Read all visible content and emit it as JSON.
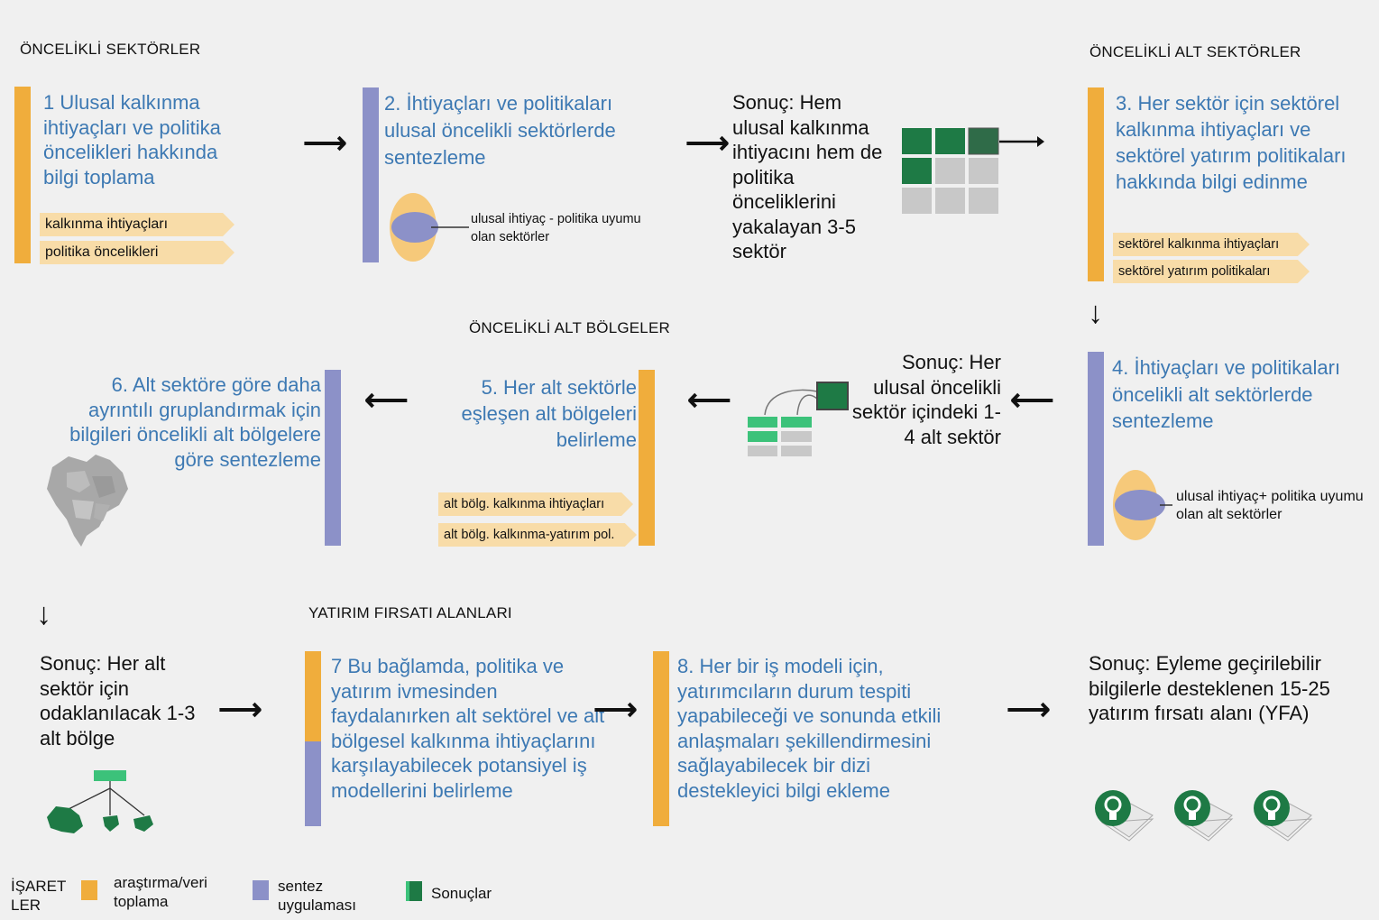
{
  "sections": {
    "priority_sectors": "ÖNCELİKLİ SEKTÖRLER",
    "priority_subsectors": "ÖNCELİKLİ ALT SEKTÖRLER",
    "priority_subregions": "ÖNCELİKLİ ALT BÖLGELER",
    "investment_areas": "YATIRIM FIRSATI ALANLARI"
  },
  "steps": {
    "s1": "1 Ulusal kalkınma ihtiyaçları ve politika öncelikleri hakkında bilgi toplama",
    "s2": "2. İhtiyaçları ve politikaları ulusal öncelikli sektörlerde sentezleme",
    "s3": "3. Her sektör için sektörel kalkınma ihtiyaçları ve sektörel yatırım politikaları hakkında bilgi edinme",
    "s4": "4. İhtiyaçları ve politikaları öncelikli alt sektörlerde sentezleme",
    "s5": "5. Her alt sektörle eşleşen alt bölgeleri belirleme",
    "s6": "6. Alt sektöre göre daha ayrıntılı gruplandırmak için bilgileri öncelikli alt bölgelere göre sentezleme",
    "s7": "7 Bu bağlamda, politika ve yatırım ivmesinden faydalanırken alt sektörel ve alt bölgesel kalkınma ihtiyaçlarını karşılayabilecek potansiyel iş modellerini belirleme",
    "s8": "8. Her bir iş modeli için, yatırımcıların durum tespiti yapabileceği ve sonunda etkili anlaşmaları şekillendirmesini sağlayabilecek bir dizi destekleyici bilgi ekleme"
  },
  "results": {
    "r1": "Sonuç: Hem ulusal kalkınma ihtiyacını hem de politika önceliklerini yakalayan 3-5 sektör",
    "r2": "Sonuç: Her ulusal öncelikli sektör içindeki 1-4 alt sektör",
    "r3": "Sonuç: Her alt sektör için odaklanılacak 1-3 alt bölge",
    "r4": "Sonuç: Eyleme geçirilebilir bilgilerle desteklenen 15-25 yatırım fırsatı alanı (YFA)"
  },
  "tags": {
    "t1a": "kalkınma ihtiyaçları",
    "t1b": "politika öncelikleri",
    "t3a": "sektörel kalkınma ihtiyaçları",
    "t3b": "sektörel yatırım politikaları",
    "t5a": "alt bölg. kalkınma ihtiyaçları",
    "t5b": "alt bölg. kalkınma-yatırım pol."
  },
  "notes": {
    "n2": "ulusal ihtiyaç - politika uyumu olan sektörler",
    "n4": "ulusal ihtiyaç+ politika uyumu olan alt sektörler"
  },
  "legend": {
    "title": "İŞARET LER",
    "research": "araştırma/veri toplama",
    "synthesis": "sentez uygulaması",
    "results": "Sonuçlar"
  },
  "colors": {
    "research": "#f0ad3c",
    "synthesis": "#8c91c8",
    "results": "#1e7a45",
    "step_text": "#3d79b3",
    "tag": "#f8dca8"
  }
}
